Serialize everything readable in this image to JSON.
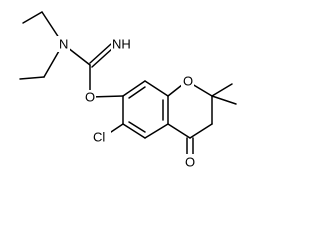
{
  "atoms": {
    "nitrogen_amine": "N",
    "imine": "NH",
    "oxygen_ether": "O",
    "oxygen_ring": "O",
    "chlorine": "Cl",
    "oxygen_ketone": "O"
  }
}
